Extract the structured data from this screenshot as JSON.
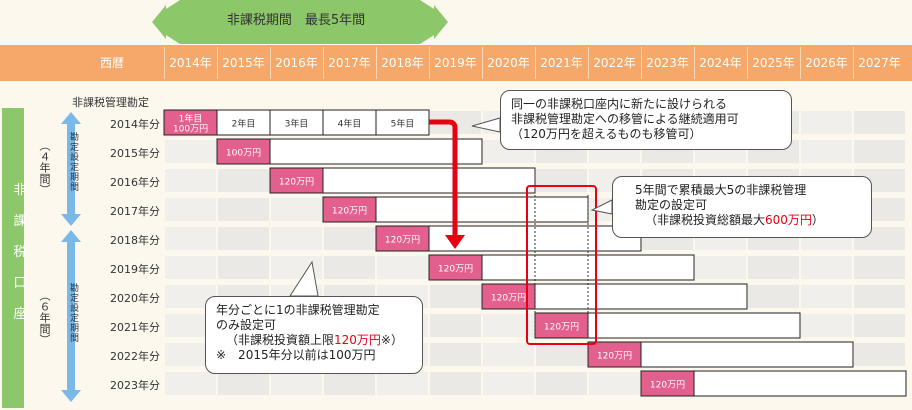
{
  "banner": {
    "title": "非課税期間　最長5年間"
  },
  "header": {
    "seireki": "西暦",
    "years": [
      "2014年",
      "2015年",
      "2016年",
      "2017年",
      "2018年",
      "2019年",
      "2020年",
      "2021年",
      "2022年",
      "2023年",
      "2024年",
      "2025年",
      "2026年",
      "2027年"
    ]
  },
  "account_label": [
    "非",
    "課",
    "税",
    "口",
    "座"
  ],
  "kanri_label": "非課税管理勘定",
  "period_group_1": {
    "label": "勘定設定期間",
    "years": "（４年間）"
  },
  "period_group_2": {
    "label": "勘定設定期間",
    "years": "（６年間）"
  },
  "rows": [
    {
      "label": "2014年分",
      "cells": [
        "1年目\n100万円",
        "2年目",
        "3年目",
        "4年目",
        "5年目"
      ]
    },
    {
      "label": "2015年分",
      "cells": [
        "100万円"
      ]
    },
    {
      "label": "2016年分",
      "cells": [
        "120万円"
      ]
    },
    {
      "label": "2017年分",
      "cells": [
        "120万円"
      ]
    },
    {
      "label": "2018年分",
      "cells": [
        "120万円"
      ]
    },
    {
      "label": "2019年分",
      "cells": [
        "120万円"
      ]
    },
    {
      "label": "2020年分",
      "cells": [
        "120万円"
      ]
    },
    {
      "label": "2021年分",
      "cells": [
        "120万円"
      ]
    },
    {
      "label": "2022年分",
      "cells": [
        "120万円"
      ]
    },
    {
      "label": "2023年分",
      "cells": [
        "120万円"
      ]
    }
  ],
  "callout_top": {
    "line1": "同一の非課税口座内に新たに設けられる",
    "line2": "非課税管理勘定への移管による継続適用可",
    "line3": "（120万円を超えるものも移管可）"
  },
  "callout_right": {
    "line1": "5年間で累積最大5の非課税管理",
    "line2": "勘定の設定可",
    "line3_pre": "（非課税投資総額最大",
    "line3_red": "600万円",
    "line3_post": "）"
  },
  "callout_bottom": {
    "line1": "年分ごとに1の非課税管理勘定",
    "line2": "のみ設定可",
    "line3_pre": "（非課税投資額上限",
    "line3_red": "120万円",
    "line3_post": "※）",
    "line4": "※　2015年分以前は100万円"
  },
  "colors": {
    "header": "#f5a86a",
    "banner": "#8cc76a",
    "account": "#8cc76a",
    "highlight": "#e3608e",
    "period_arrow": "#7ab8e8",
    "red_line": "#e60012"
  }
}
